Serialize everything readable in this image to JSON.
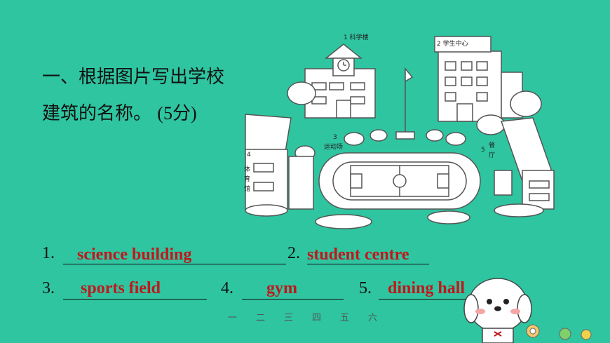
{
  "title": {
    "line1": "一、根据图片写出学校",
    "line2": "建筑的名称。",
    "points": "(5分)"
  },
  "scene_labels": {
    "l1": "1 科学楼",
    "l2": "2 学生中心",
    "l3a": "3",
    "l3b": "运动场",
    "l4a": "4",
    "l4b": "体",
    "l4c": "育",
    "l4d": "馆",
    "l5a": "5",
    "l5b": "餐",
    "l5c": "厅"
  },
  "items": [
    {
      "num": "1.",
      "answer": "science building"
    },
    {
      "num": "2.",
      "answer": "student centre"
    },
    {
      "num": "3.",
      "answer": "sports field"
    },
    {
      "num": "4.",
      "answer": "gym"
    },
    {
      "num": "5.",
      "answer": "dining hall"
    }
  ],
  "nav": [
    "一",
    "二",
    "三",
    "四",
    "五",
    "六"
  ],
  "colors": {
    "background": "#2ec5a0",
    "answer": "#c0171b"
  }
}
